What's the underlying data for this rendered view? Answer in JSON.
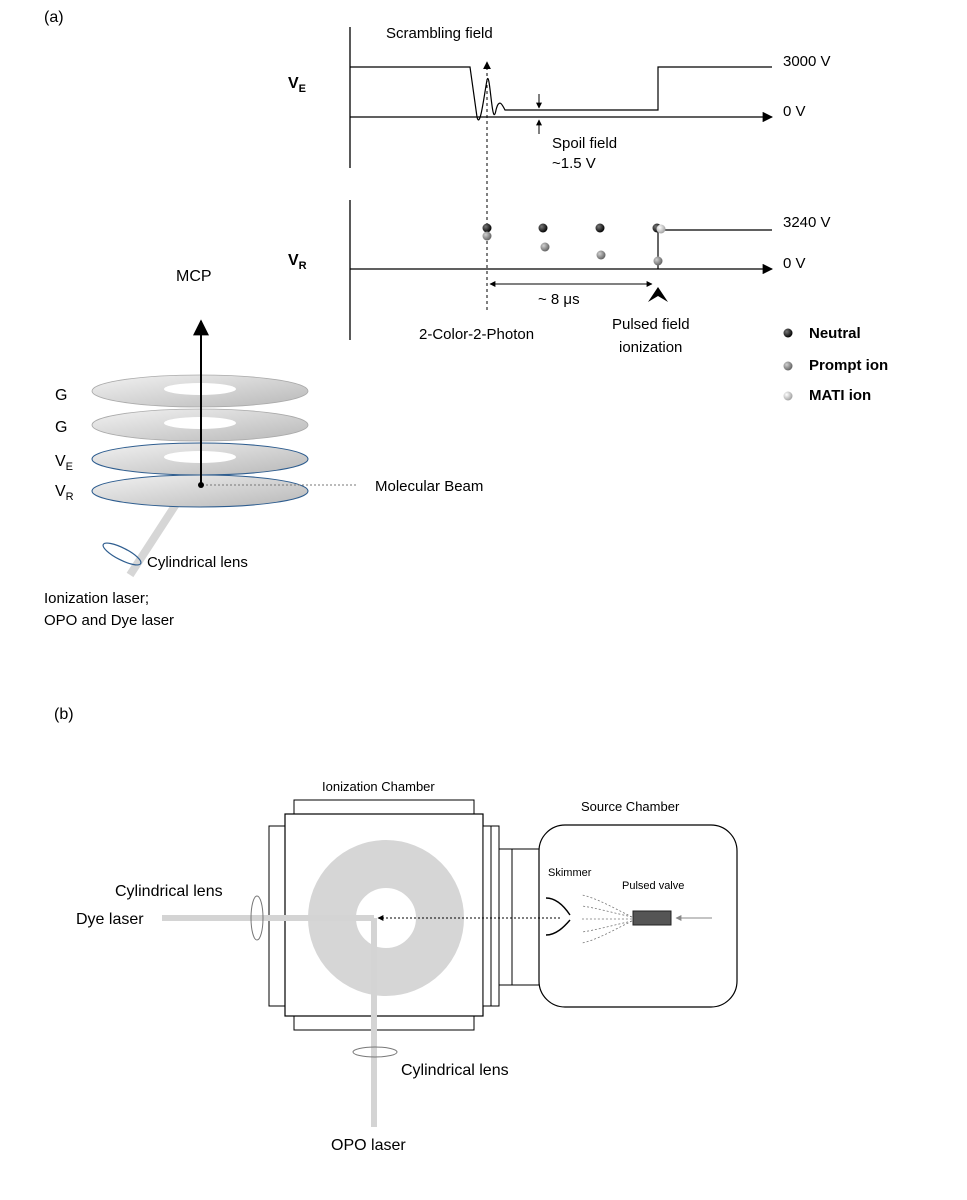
{
  "panel_a": {
    "label": "(a)",
    "ve_symbol": "V",
    "ve_sub": "E",
    "vr_symbol": "V",
    "vr_sub": "R",
    "scrambling_field": "Scrambling field",
    "v3000": "3000 V",
    "v0_top": "0 V",
    "spoil_field_line1": "Spoil field",
    "spoil_field_line2": "~1.5 V",
    "v3240": "3240 V",
    "v0_bottom": "0 V",
    "delay": "~ 8 μs",
    "two_color": "2-Color-2-Photon",
    "pfi_line1": "Pulsed field",
    "pfi_line2": "ionization",
    "legend": [
      {
        "label": "Neutral",
        "color": "#111111"
      },
      {
        "label": "Prompt ion",
        "color": "#8a8a8a"
      },
      {
        "label": "MATI ion",
        "color": "#d4d4d4"
      }
    ],
    "mcp": "MCP",
    "plates": [
      {
        "sym": "G",
        "sub": ""
      },
      {
        "sym": "G",
        "sub": ""
      },
      {
        "sym": "V",
        "sub": "E"
      },
      {
        "sym": "V",
        "sub": "R"
      }
    ],
    "molecular_beam": "Molecular Beam",
    "cyl_lens": "Cylindrical lens",
    "ion_laser_line1": "Ionization laser;",
    "ion_laser_line2": "OPO and Dye laser"
  },
  "panel_b": {
    "label": "(b)",
    "ionization_chamber": "Ionization Chamber",
    "source_chamber": "Source Chamber",
    "skimmer": "Skimmer",
    "pulsed_valve": "Pulsed valve",
    "cyl_lens_left": "Cylindrical lens",
    "dye_laser": "Dye laser",
    "cyl_lens_bottom": "Cylindrical lens",
    "opo_laser": "OPO laser"
  }
}
